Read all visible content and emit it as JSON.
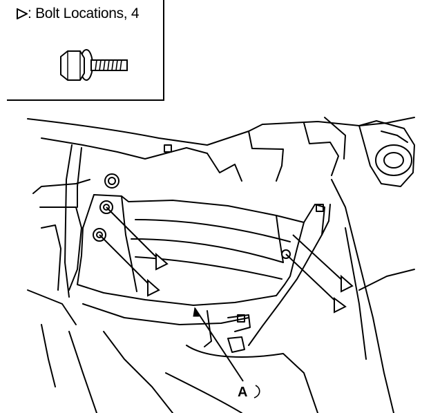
{
  "legend": {
    "symbol_icon": "hollow-triangle-icon",
    "text": ": Bolt Locations, 4"
  },
  "callout": {
    "label": "A"
  },
  "bolt_count": 4,
  "colors": {
    "ink": "#000000",
    "paper": "#ffffff"
  }
}
